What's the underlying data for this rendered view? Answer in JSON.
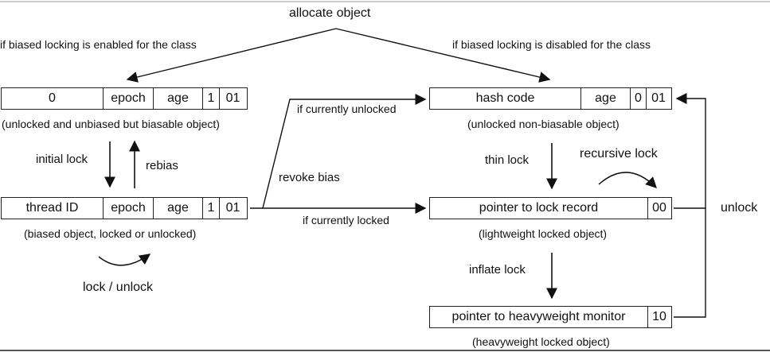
{
  "title": "allocate object",
  "branch_enabled": "if biased locking is enabled for the class",
  "branch_disabled": "if biased locking is disabled for the class",
  "headers": {
    "unbiased": {
      "fields": [
        "0",
        "epoch",
        "age",
        "1",
        "01"
      ],
      "caption": "(unlocked and unbiased but biasable object)"
    },
    "biased": {
      "fields": [
        "thread ID",
        "epoch",
        "age",
        "1",
        "01"
      ],
      "caption": "(biased object, locked or unlocked)"
    },
    "non_biasable": {
      "fields": [
        "hash code",
        "age",
        "0",
        "01"
      ],
      "caption": "(unlocked non-biasable object)"
    },
    "lightweight": {
      "fields": [
        "pointer to lock record",
        "00"
      ],
      "caption": "(lightweight locked object)"
    },
    "heavyweight": {
      "fields": [
        "pointer to heavyweight monitor",
        "10"
      ],
      "caption": "(heavyweight locked object)"
    }
  },
  "transitions": {
    "initial_lock": "initial lock",
    "rebias": "rebias",
    "lock_unlock": "lock / unlock",
    "revoke_bias": "revoke bias",
    "if_currently_unlocked": "if currently unlocked",
    "if_currently_locked": "if currently locked",
    "thin_lock": "thin lock",
    "recursive_lock": "recursive lock",
    "inflate_lock": "inflate lock",
    "unlock": "unlock"
  }
}
